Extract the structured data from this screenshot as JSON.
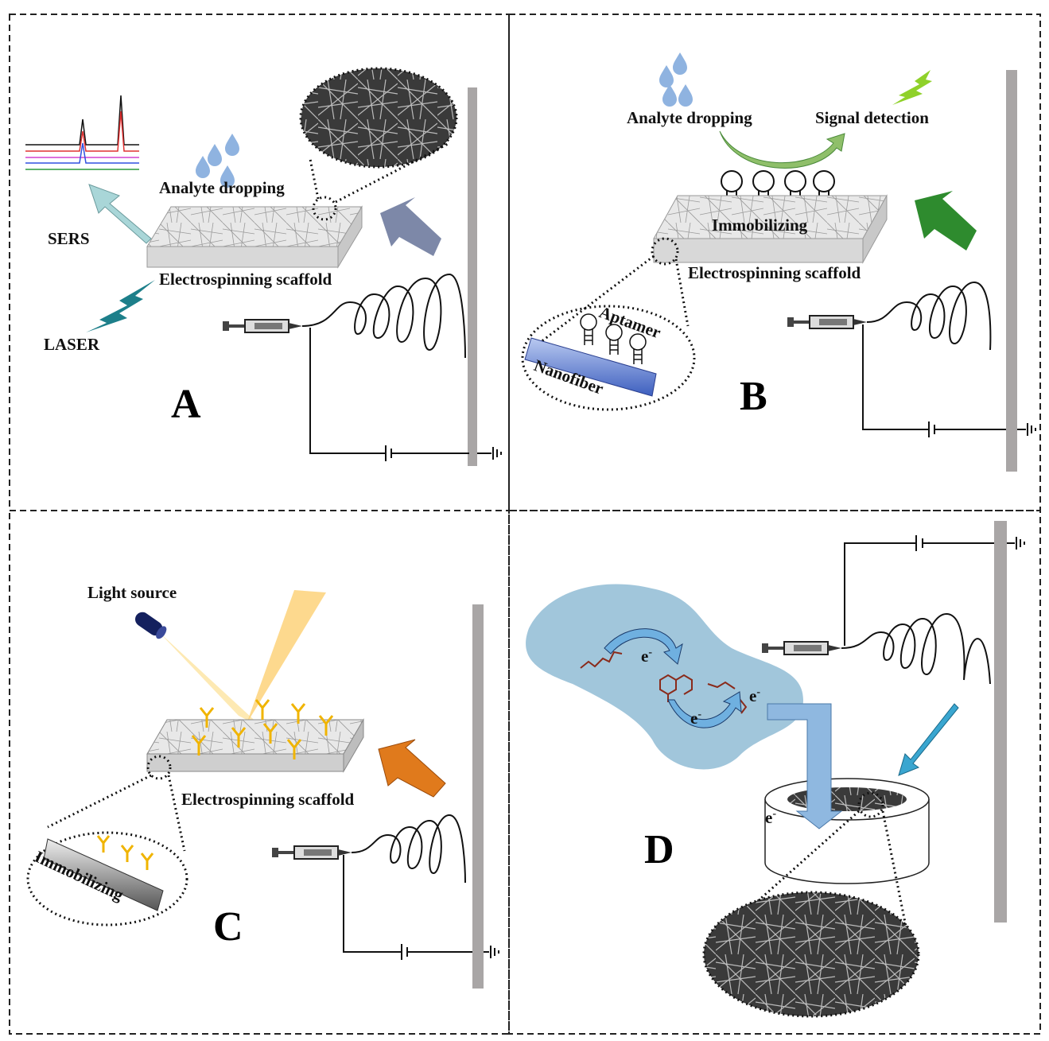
{
  "panels": {
    "a": {
      "letter": "A",
      "sers": "SERS",
      "laser": "LASER",
      "analyte": "Analyte dropping",
      "scaffold": "Electrospinning scaffold"
    },
    "b": {
      "letter": "B",
      "analyte": "Analyte dropping",
      "signal": "Signal detection",
      "immobilizing": "Immobilizing",
      "scaffold": "Electrospinning scaffold",
      "aptamer": "Aptamer",
      "nanofiber": "Nanofiber"
    },
    "c": {
      "letter": "C",
      "light": "Light source",
      "scaffold": "Electrospinning scaffold",
      "immobilizing": "Immobilizing"
    },
    "d": {
      "letter": "D",
      "electron": "e",
      "electron_sup": "-"
    }
  },
  "colors": {
    "arrow_a": "#7d88a8",
    "arrow_b": "#2e8b2e",
    "arrow_c": "#e07a1c",
    "arrow_d": "#3aa6d0",
    "sers_arrow": "#a9d6d8",
    "laser": "#1d7f8a"
  }
}
